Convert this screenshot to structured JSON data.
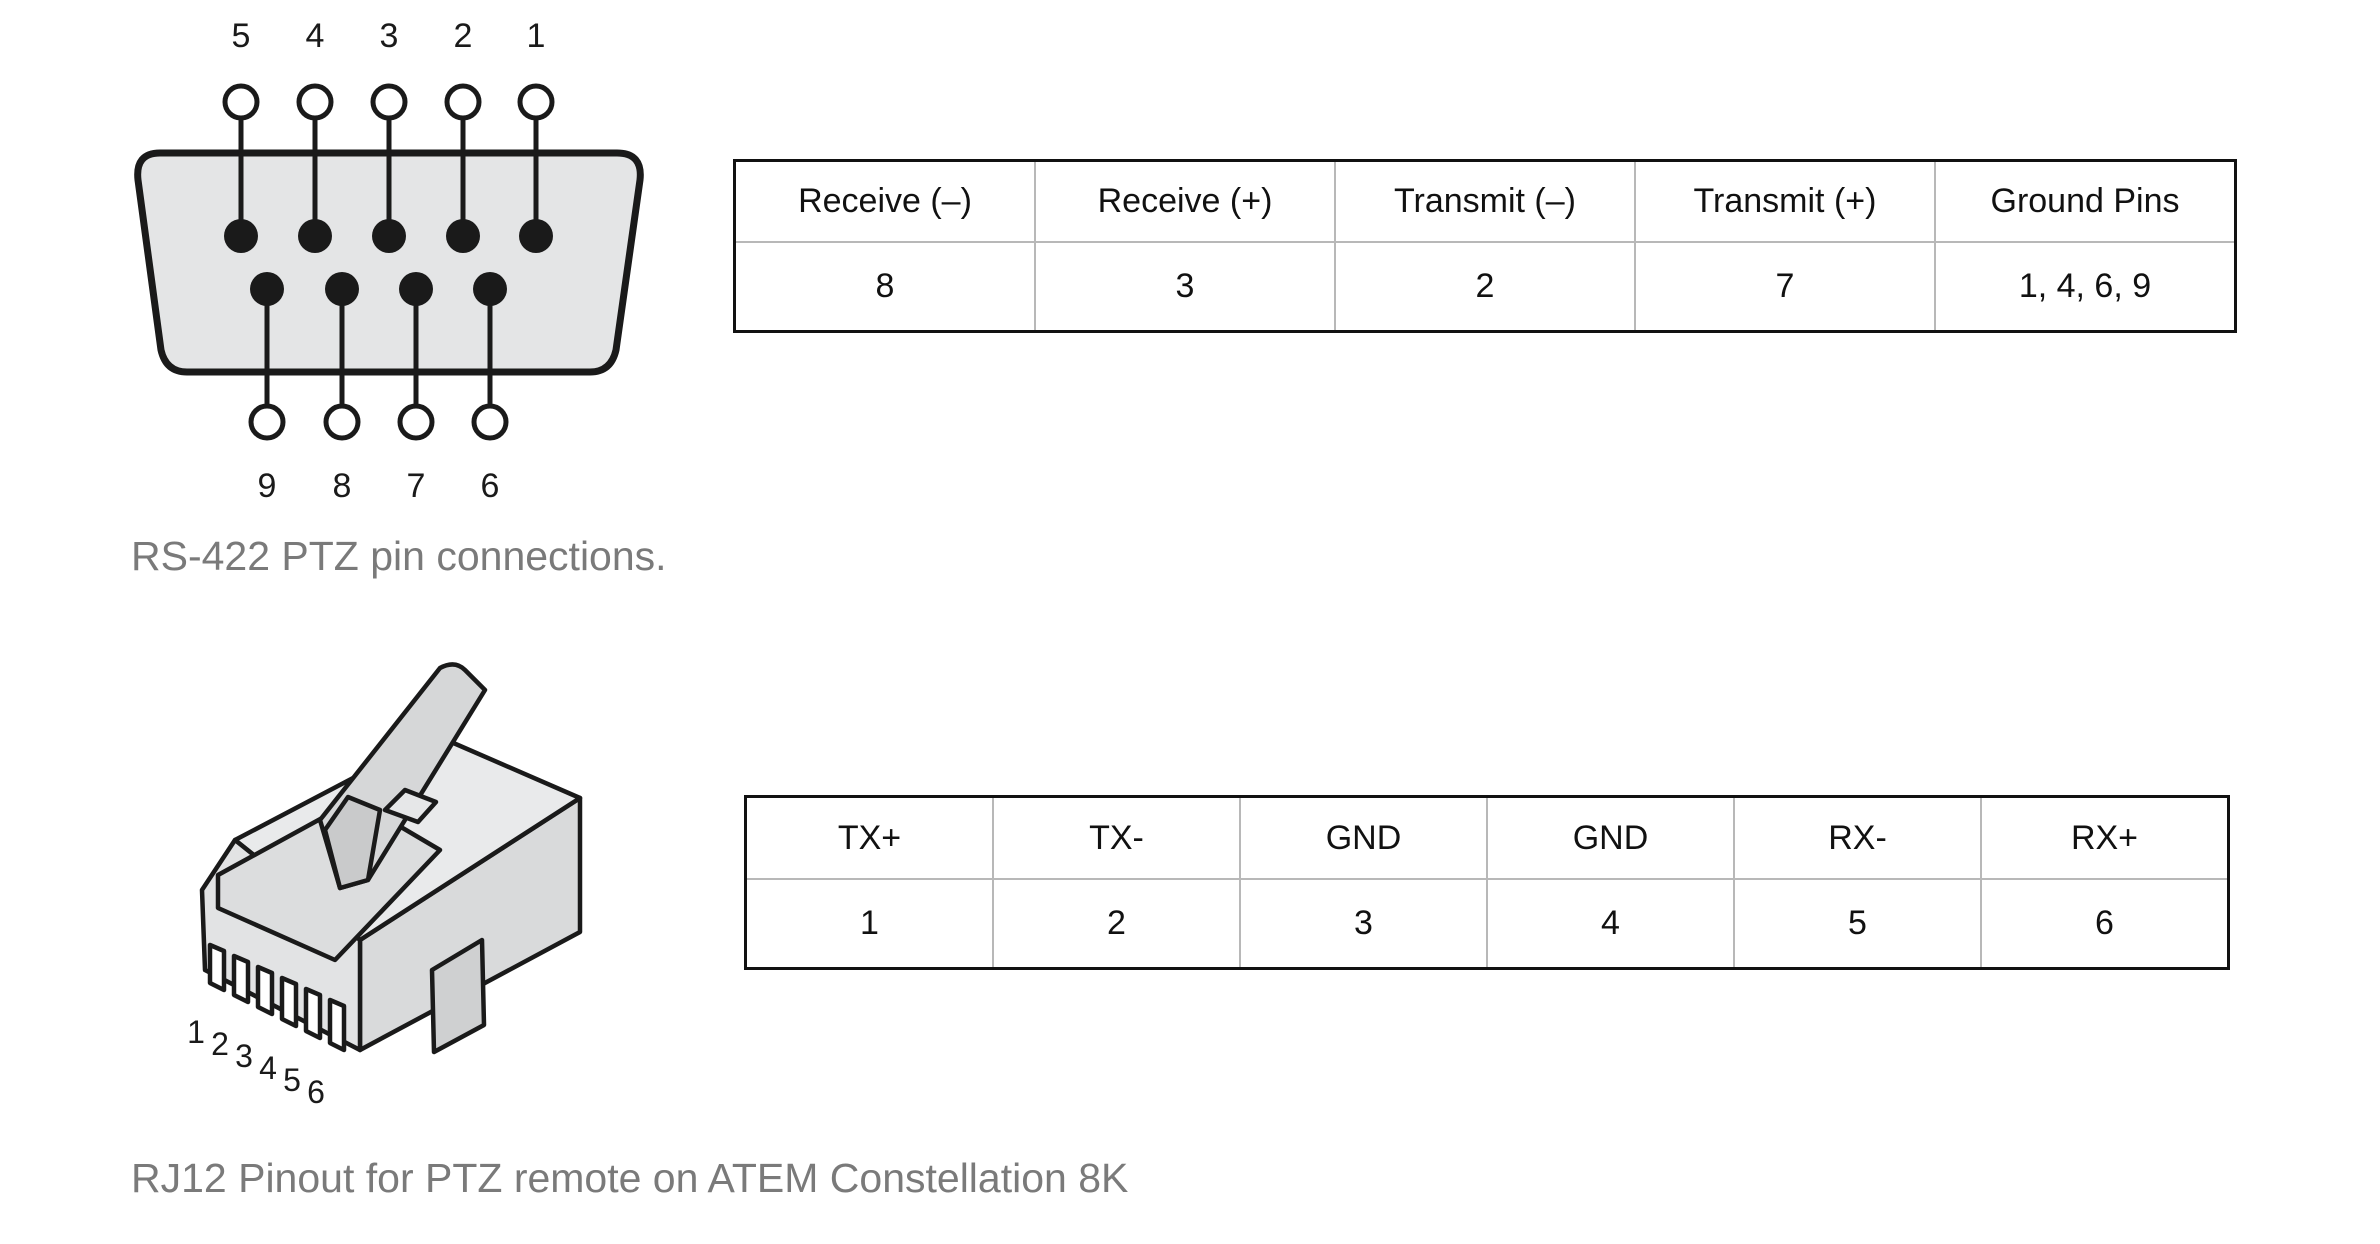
{
  "db9": {
    "top_pin_numbers": [
      "5",
      "4",
      "3",
      "2",
      "1"
    ],
    "bottom_pin_numbers": [
      "9",
      "8",
      "7",
      "6"
    ],
    "caption": "RS-422 PTZ pin connections."
  },
  "rs422_table": {
    "headers": [
      "Receive (–)",
      "Receive (+)",
      "Transmit (–)",
      "Transmit (+)",
      "Ground Pins"
    ],
    "values": [
      "8",
      "3",
      "2",
      "7",
      "1, 4, 6, 9"
    ]
  },
  "rj12": {
    "pin_numbers": [
      "1",
      "2",
      "3",
      "4",
      "5",
      "6"
    ],
    "caption": "RJ12 Pinout for PTZ remote on ATEM Constellation 8K"
  },
  "rj12_table": {
    "headers": [
      "TX+",
      "TX-",
      "GND",
      "GND",
      "RX-",
      "RX+"
    ],
    "values": [
      "1",
      "2",
      "3",
      "4",
      "5",
      "6"
    ]
  },
  "colors": {
    "connector_fill": "#e4e5e6",
    "outline": "#1a1a1a",
    "caption_text": "#7a7a7a"
  }
}
